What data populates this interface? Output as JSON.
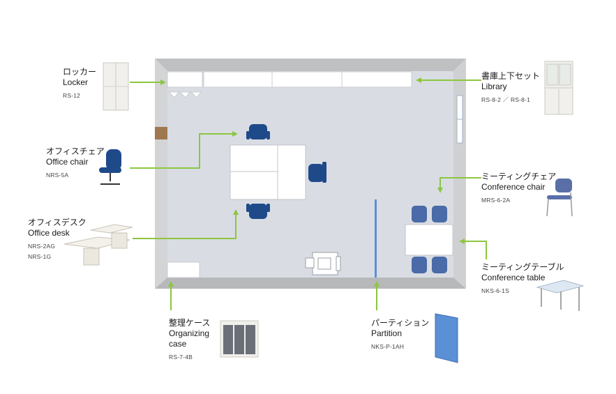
{
  "colors": {
    "arrow": "#8cc63f",
    "wall": "#c8c9cb",
    "floor": "#d9dde3",
    "chair": "#1f4a8a",
    "conference_chair": "#4a6aa8",
    "partition": "#5b8fd6"
  },
  "items": {
    "locker": {
      "jp": "ロッカー",
      "en": "Locker",
      "code": "RS-12",
      "icon": "locker-icon"
    },
    "library": {
      "jp": "書庫上下セット",
      "en": "Library",
      "code": "RS-8-2 ／ RS-8-1",
      "icon": "library-cabinet-icon"
    },
    "office_chair": {
      "jp": "オフィスチェア",
      "en": "Office chair",
      "code": "NRS-5A",
      "icon": "office-chair-icon"
    },
    "conference_chair": {
      "jp": "ミーティングチェア",
      "en": "Conference chair",
      "code": "MRS-6-2A",
      "icon": "conference-chair-icon"
    },
    "office_desk": {
      "jp": "オフィスデスク",
      "en": "Office desk",
      "codes": [
        "NRS-2AG",
        "NRS-1G"
      ],
      "icon": "office-desk-icon"
    },
    "conference_table": {
      "jp": "ミーティングテーブル",
      "en": "Conference table",
      "code": "NKS-6-1S",
      "icon": "conference-table-icon"
    },
    "organizing_case": {
      "jp": "整理ケース",
      "en": "Organizing",
      "en2": "case",
      "code": "RS-7-4B",
      "icon": "organizing-case-icon"
    },
    "partition": {
      "jp": "パーティション",
      "en": "Partition",
      "code": "NKS-P-1AH",
      "icon": "partition-icon"
    }
  }
}
